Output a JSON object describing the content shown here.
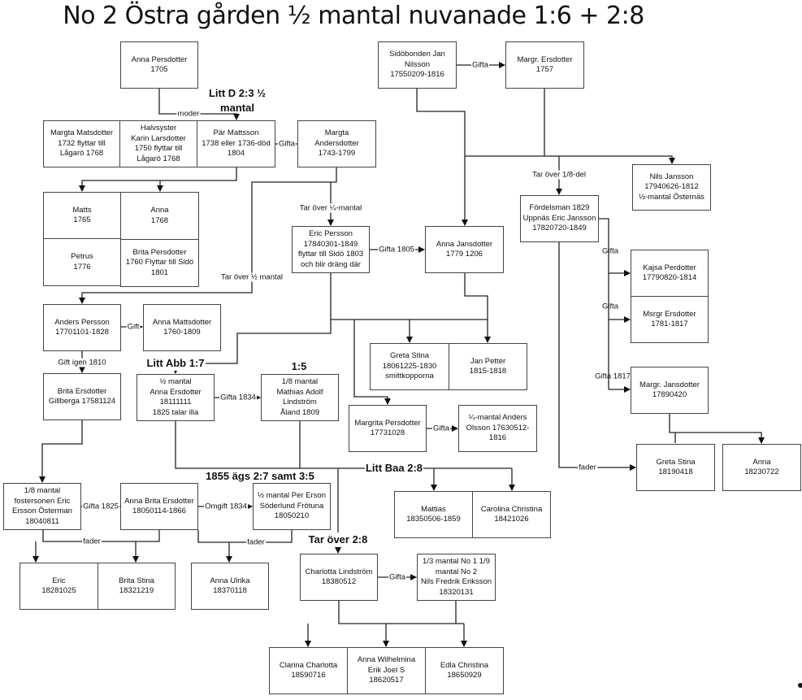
{
  "title": "No 2 Östra gården ½ mantal nuvanade 1:6 + 2:8",
  "people": {
    "anna_persdotter": "Anna Persdotter\n1705",
    "sidobonden": "Sidöbonden Jan\nNilsson\n17550209-1816",
    "margr_ersdotter": "Margr. Ersdotter\n1757",
    "margta_matsdotter": "Margta Matsdotter\n1732 flyttar till\nLågarö 1768",
    "halvsyster": "Halvsyster\nKarin Larsdotter\n1750 flyttar till\nLågarö 1768",
    "par_mattsson": "Pär Mattsson\n1738 eller 1736-död\n1804",
    "margta_andersdotter": "Margta\nAndersdotter\n1743-1799",
    "matts": "Matts\n1765",
    "anna_1768": "Anna\n1768",
    "petrus": "Petrus\n1776",
    "brita_persdotter": "Brita Persdotter\n1760 Flyttar till Sidö\n1801",
    "eric_persson": "Eric Persson\n17840301-1849\nflyttar till Sidö 1803\noch blir dräng där",
    "anna_jansdotter": "Anna Jansdotter\n1779 1206",
    "nils_jansson": "Nils Jansson\n17940626-1812\n½-mantal Östernäs",
    "fordelsman": "Fördelsman 1829\nUppnäs Eric Jansson\n17820720-1849",
    "kajsa_perdotter": "Kajsa Perdotter\n17790820-1814",
    "msrgr_ersdotter": "Msrgr Ersdotter\n1781-1817",
    "margr_jansdotter": "Margr. Jansdotter\n17890420",
    "anders_persson": "Anders Persson\n17701101-1828",
    "anna_mattsdotter": "Anna Mattsdotter\n1760-1809",
    "brita_ersdotter": "Brita Ersdotter\nGillberga 17581124",
    "anna_ersdotter": "½ mantal\nAnna Ersdotter\n18111111\n1825 talar illa",
    "mathias_lindstrom": "1/8 mantal\nMathias Adolf\nLindström\nÅland 1809",
    "greta_stina_1806": "Greta Stina\n18061225-1830\nsmittkopporna",
    "jan_petter": "Jan Petter\n1815-1818",
    "margrita_persdotter": "Margrita Persdotter\n17731028",
    "anders_olsson": "¼-mantal Anders\nOlsson 17630512-\n1816",
    "greta_stina_1819": "Greta Stina\n18190418",
    "anna_1823": "Anna\n18230722",
    "mattias": "Mattias\n18350506-1859",
    "carolina_christina": "Carolina Christina\n18421026",
    "eric_osterman": "1/8 mantal\nfostersonen Eric\nErsson Österman\n18040811",
    "anna_brita_ersdotter": "Anna Brita Ersdotter\n18050114-1866",
    "per_erson": "½ mantal Per Erson\nSöderlund Frötuna\n18050210",
    "eric_1828": "Eric\n18281025",
    "brita_stina": "Brita Stina\n18321219",
    "anna_ulrika": "Anna Ulrika\n18370118",
    "charlotta_lindstrom": "Charlotta Lindström\n18380512",
    "nils_fredrik_eriksson": "1/3 mantal No 1 1/9\nmantal No 2\nNils Fredrik Eriksson\n18320131",
    "clarina_charlotta": "Clarina Charlotta\n18590716",
    "anna_wilhelmina": "Anna Wilhelmina\nErik Joel S\n18620517",
    "edla_christina": "Edla Christina\n18650929"
  },
  "section_labels": {
    "litt_d": "Litt D 2:3 ½\nmantal",
    "litt_abb": "Litt Abb 1:7",
    "one_five": "1:5",
    "agss_1855": "1855 ägs 2:7 samt 3:5",
    "litt_baa": "Litt Baa 2:8",
    "tar_over_28": "Tar över 2:8"
  },
  "edge_labels": {
    "moder": "moder",
    "gifta_par": "Gifta",
    "gifta_jan": "Gifta",
    "tar_over_quarter": "Tar över ¼-mantal",
    "tar_over_half": "Tar över ½ mantal",
    "gifta_1805": "Gifta 1805",
    "tar_over_eighth": "Tar över 1/8-del",
    "gifta_kajsa": "Gifta",
    "gifta_msrgr": "Gifta",
    "gifta_1817": "Gifta 1817",
    "gift_anders": "Gift",
    "gift_igen_1810": "Gift igen 1810",
    "gifta_1834": "Gifta 1834",
    "gifta_margrita": "Gifta",
    "fader_fordelsman": "fader",
    "gifta_1825": "Gifta 1825",
    "omgift_1834": "Omgift 1834",
    "fader_osterman": "fader",
    "fader_per": "fader",
    "gifta_charlotta": "Gifta"
  }
}
